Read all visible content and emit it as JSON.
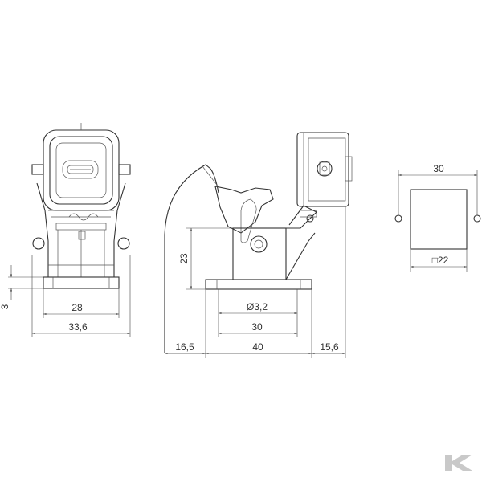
{
  "front_view": {
    "dim_height": "3",
    "dim_inner_width": "28",
    "dim_outer_width": "33,6"
  },
  "side_view": {
    "dim_height": "23",
    "dim_hole": "Ø3,2",
    "dim_hole_spacing": "30",
    "dim_left_overhang": "16,5",
    "dim_base_length": "40",
    "dim_right_overhang": "15,6"
  },
  "top_view": {
    "dim_width": "30",
    "dim_square": "□22"
  },
  "brand_logo": {
    "icon": "k-brand-logo",
    "color": "#cfcfcf"
  }
}
